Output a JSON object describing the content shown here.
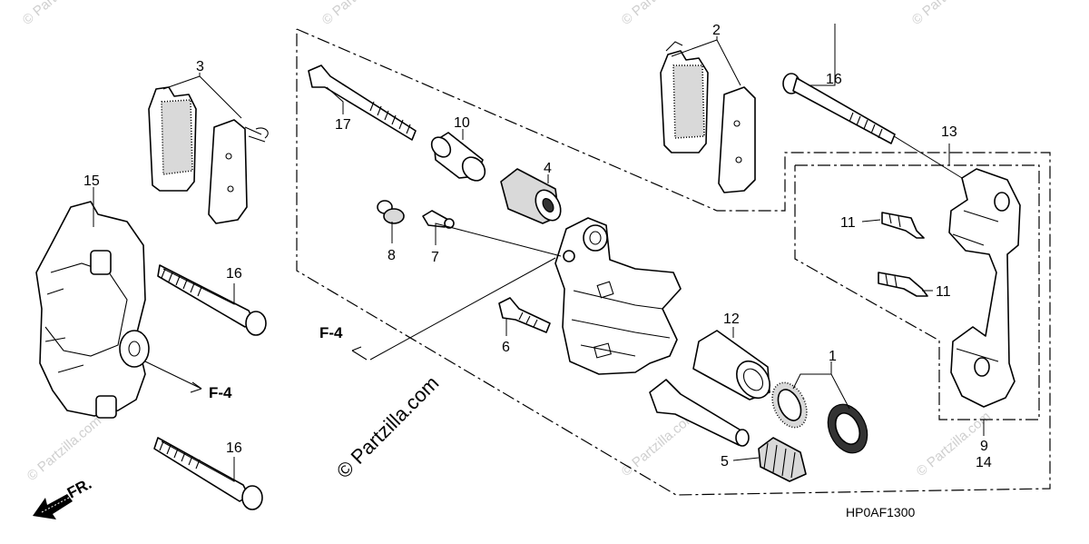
{
  "diagram": {
    "code": "HP0AF1300",
    "copyright": "© Partzilla.com",
    "watermark": "© Partzilla.com",
    "front_label": "FR.",
    "ref_left": "F-4",
    "ref_right": "F-4",
    "callouts": {
      "p1": "1",
      "p2": "2",
      "p3": "3",
      "p4": "4",
      "p5": "5",
      "p6": "6",
      "p7": "7",
      "p8": "8",
      "p9": "9",
      "p10": "10",
      "p11a": "11",
      "p11b": "11",
      "p12": "12",
      "p13": "13",
      "p14": "14",
      "p15": "15",
      "p16a": "16",
      "p16b": "16",
      "p16c": "16",
      "p17": "17"
    }
  }
}
